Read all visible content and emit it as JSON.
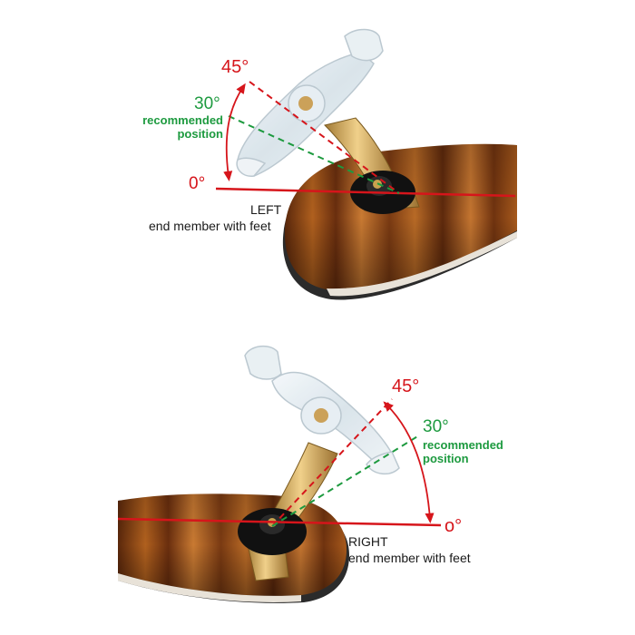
{
  "colors": {
    "red": "#d6151b",
    "green": "#1d9a3f",
    "text": "#1a1a1a",
    "wood_dark": "#4a210a",
    "wood_mid": "#9a4d16",
    "wood_light": "#d38a3a",
    "brass": "#c79a4b",
    "clear_plastic": "#dfe9ef"
  },
  "top_panel": {
    "angle_45": "45°",
    "angle_30": "30°",
    "recommended_line1": "recommended",
    "recommended_line2": "position",
    "angle_0": "0°",
    "side_label": "LEFT",
    "member_label": "end member with feet"
  },
  "bottom_panel": {
    "angle_45": "45°",
    "angle_30": "30°",
    "recommended_line1": "recommended",
    "recommended_line2": "position",
    "angle_0": "o°",
    "side_label": "RIGHT",
    "member_label": "end member with feet"
  },
  "icons": {
    "angle_arc": "curved-double-arrow-icon",
    "knob": "adjustment-knob-icon"
  }
}
